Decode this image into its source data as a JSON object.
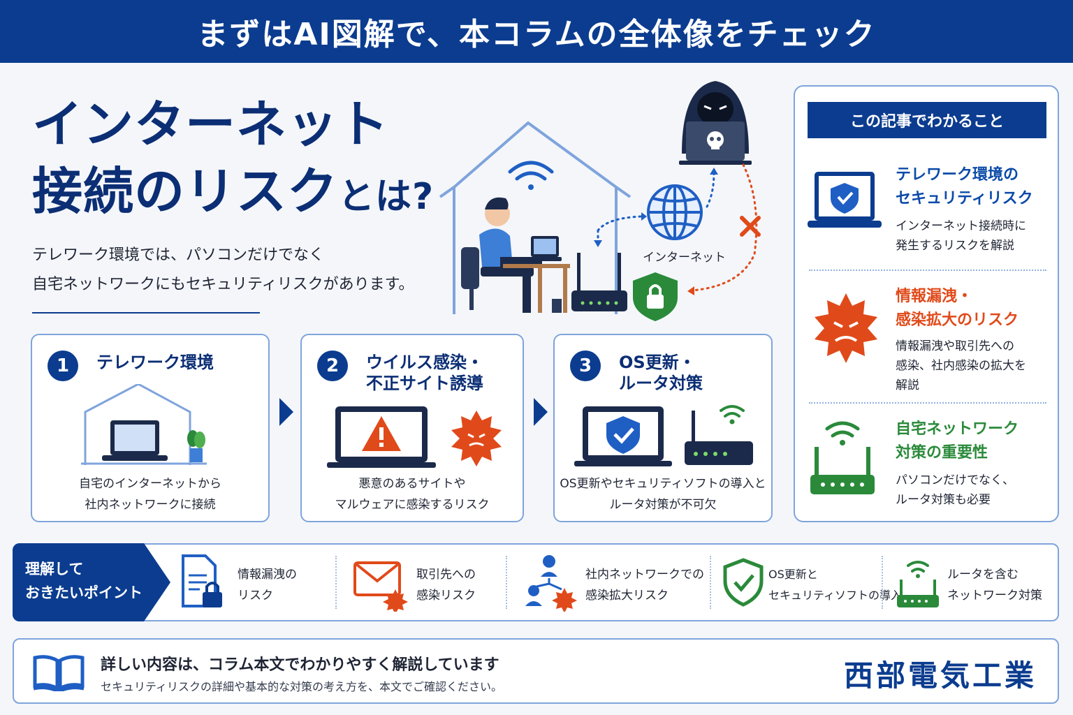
{
  "banner": {
    "title": "まずはAI図解で、本コラムの全体像をチェック"
  },
  "hero": {
    "title_line1": "インターネット",
    "title_line2_main": "接続のリスク",
    "title_line2_suffix": "とは?",
    "lead_line1": "テレワーク環境では、パソコンだけでなく",
    "lead_line2": "自宅ネットワークにもセキュリティリスクがあります。",
    "internet_label": "インターネット"
  },
  "steps": [
    {
      "num": "1",
      "title_line1": "テレワーク環境",
      "title_line2": "",
      "desc_line1": "自宅のインターネットから",
      "desc_line2": "社内ネットワークに接続"
    },
    {
      "num": "2",
      "title_line1": "ウイルス感染・",
      "title_line2": "不正サイト誘導",
      "desc_line1": "悪意のあるサイトや",
      "desc_line2": "マルウェアに感染するリスク"
    },
    {
      "num": "3",
      "title_line1": "OS更新・",
      "title_line2": "ルータ対策",
      "desc_line1": "OS更新やセキュリティソフトの導入と",
      "desc_line2": "ルータ対策が不可欠"
    }
  ],
  "panel": {
    "header": "この記事でわかること",
    "items": [
      {
        "title_line1": "テレワーク環境の",
        "title_line2": "セキュリティリスク",
        "desc": [
          "インターネット接続時に",
          "発生するリスクを解説"
        ],
        "color": "#0b4aa8",
        "icon": "laptop-shield-icon"
      },
      {
        "title_line1": "情報漏洩・",
        "title_line2": "感染拡大のリスク",
        "desc": [
          "情報漏洩や取引先への",
          "感染、社内感染の拡大を",
          "解説"
        ],
        "color": "#e04a1a",
        "icon": "virus-icon"
      },
      {
        "title_line1": "自宅ネットワーク",
        "title_line2": "対策の重要性",
        "desc": [
          "パソコンだけでなく、",
          "ルータ対策も必要"
        ],
        "color": "#2a8a3a",
        "icon": "router-icon"
      }
    ]
  },
  "points": {
    "tag_line1": "理解して",
    "tag_line2": "おきたいポイント",
    "items": [
      {
        "line1": "情報漏洩の",
        "line2": "リスク",
        "icon": "document-lock-icon"
      },
      {
        "line1": "取引先への",
        "line2": "感染リスク",
        "icon": "mail-virus-icon"
      },
      {
        "line1": "社内ネットワークでの",
        "line2": "感染拡大リスク",
        "icon": "network-virus-icon"
      },
      {
        "line1": "OS更新と",
        "line2": "セキュリティソフトの導入",
        "icon": "shield-check-icon"
      },
      {
        "line1": "ルータを含む",
        "line2": "ネットワーク対策",
        "icon": "router-icon"
      }
    ]
  },
  "footer": {
    "title": "詳しい内容は、コラム本文でわかりやすく解説しています",
    "subtitle": "セキュリティリスクの詳細や基本的な対策の考え方を、本文でご確認ください。",
    "brand": "西部電気工業",
    "icon": "book-icon"
  },
  "colors": {
    "navy": "#0b3c8f",
    "red": "#e04a1a",
    "green": "#2a8a3a",
    "border": "#7fa4dc"
  }
}
